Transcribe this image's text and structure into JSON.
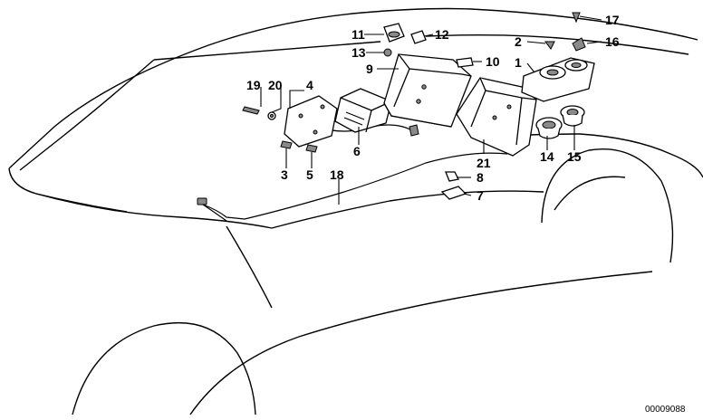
{
  "diagram": {
    "reference_number": "00009088",
    "callouts": [
      {
        "id": "c1",
        "text": "1"
      },
      {
        "id": "c2",
        "text": "2"
      },
      {
        "id": "c3",
        "text": "3"
      },
      {
        "id": "c4",
        "text": "4"
      },
      {
        "id": "c5",
        "text": "5"
      },
      {
        "id": "c6",
        "text": "6"
      },
      {
        "id": "c7",
        "text": "7"
      },
      {
        "id": "c8",
        "text": "8"
      },
      {
        "id": "c9",
        "text": "9"
      },
      {
        "id": "c10",
        "text": "10"
      },
      {
        "id": "c11",
        "text": "11"
      },
      {
        "id": "c12",
        "text": "12"
      },
      {
        "id": "c13",
        "text": "13"
      },
      {
        "id": "c14",
        "text": "14"
      },
      {
        "id": "c15",
        "text": "15"
      },
      {
        "id": "c16",
        "text": "16"
      },
      {
        "id": "c17",
        "text": "17"
      },
      {
        "id": "c18",
        "text": "18"
      },
      {
        "id": "c19",
        "text": "19"
      },
      {
        "id": "c20",
        "text": "20"
      },
      {
        "id": "c21",
        "text": "21"
      }
    ]
  }
}
